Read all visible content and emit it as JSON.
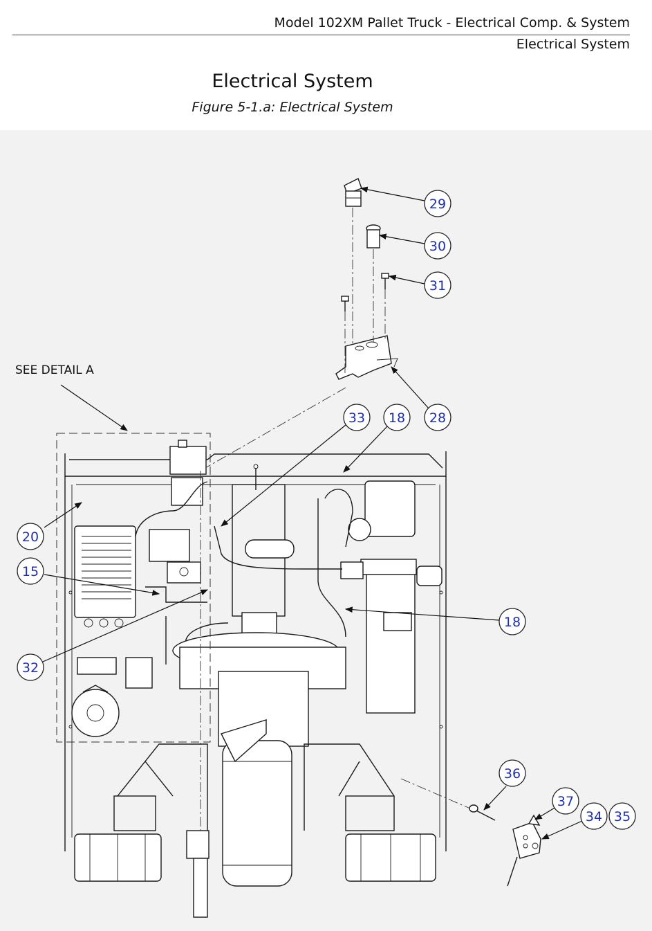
{
  "header": {
    "line1": "Model 102XM Pallet Truck - Electrical Comp. & System",
    "line2": "Electrical System"
  },
  "title": "Electrical System",
  "caption": "Figure 5-1.a: Electrical System",
  "annotation": "SEE DETAIL A",
  "callouts": [
    "29",
    "30",
    "31",
    "28",
    "33",
    "18",
    "20",
    "15",
    "18",
    "32",
    "36",
    "37",
    "34",
    "35"
  ]
}
